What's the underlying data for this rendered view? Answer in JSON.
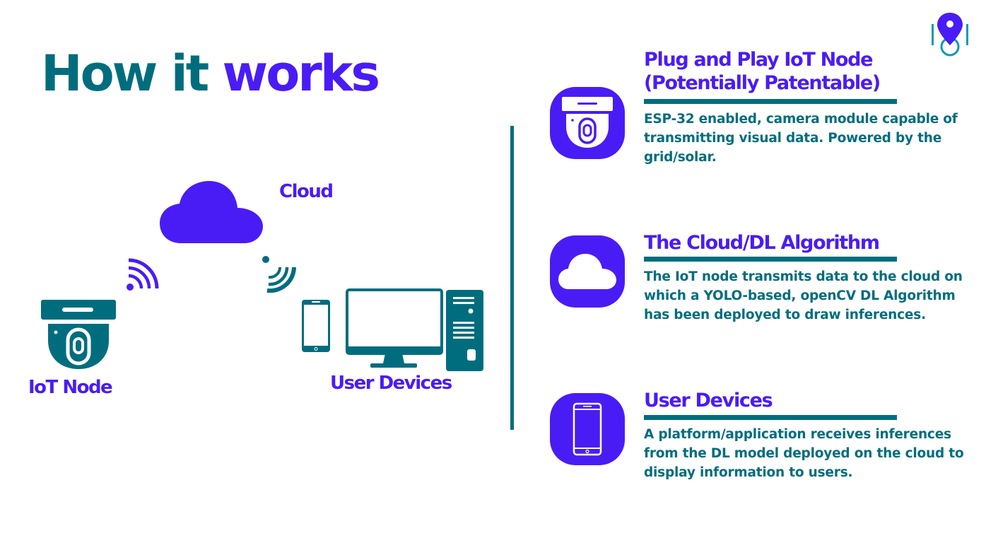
{
  "slide": {
    "title_part1": "How it works",
    "title_part1_a": "How it ",
    "title_part1_b": "works",
    "colors": {
      "teal": "#006d7e",
      "purple": "#4a1cf5",
      "logo_teal": "#0a9bb0"
    }
  },
  "logo": {
    "icon": "map-pin-icon"
  },
  "diagram": {
    "cloud_label": "Cloud",
    "iot_label": "IoT Node",
    "user_devices_label": "User Devices",
    "icons": [
      "cloud-icon",
      "wifi-signal-icon",
      "wifi-signal-icon",
      "security-camera-icon",
      "smartphone-icon",
      "monitor-icon",
      "desktop-tower-icon"
    ]
  },
  "cards": [
    {
      "icon": "security-camera-icon",
      "heading_line1": "Plug and Play IoT Node",
      "heading_line2": "(Potentially Patentable)",
      "body_lines": [
        "ESP-32 enabled, camera module capable of",
        "transmitting visual data. Powered by the",
        "grid/solar."
      ]
    },
    {
      "icon": "cloud-icon",
      "heading_line1": "The Cloud/DL Algorithm",
      "body_lines": [
        "The IoT node transmits data to the cloud on",
        "which a YOLO-based, openCV DL Algorithm",
        "has been deployed to draw inferences."
      ]
    },
    {
      "icon": "smartphone-icon",
      "heading_line1": "User Devices",
      "body_lines": [
        "A platform/application receives inferences",
        "from the DL model deployed on the cloud to",
        "display information to users."
      ]
    }
  ]
}
